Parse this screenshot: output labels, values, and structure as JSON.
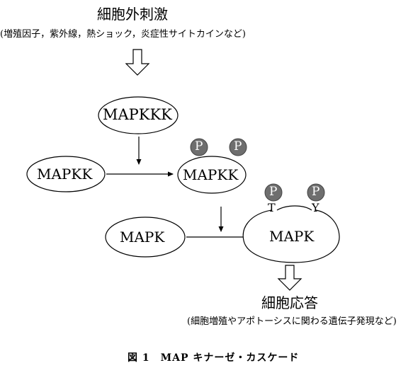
{
  "input": {
    "title": "細胞外刺激",
    "subtitle": "(増殖因子，紫外線，熱ショック，炎症性サイトカインなど)"
  },
  "nodes": {
    "mapkkk": "MAPKKK",
    "mapkk_inactive": "MAPKK",
    "mapkk_active": "MAPKK",
    "mapk_inactive": "MAPK",
    "mapk_active": "MAPK"
  },
  "phospho": {
    "label": "P",
    "site_t": "T",
    "site_y": "Y",
    "color": "#6e6e6e"
  },
  "output": {
    "title": "細胞応答",
    "subtitle": "(細胞増殖やアポトーシスに関わる遺伝子発現など)"
  },
  "caption": "図 1　MAP キナーゼ・カスケード"
}
